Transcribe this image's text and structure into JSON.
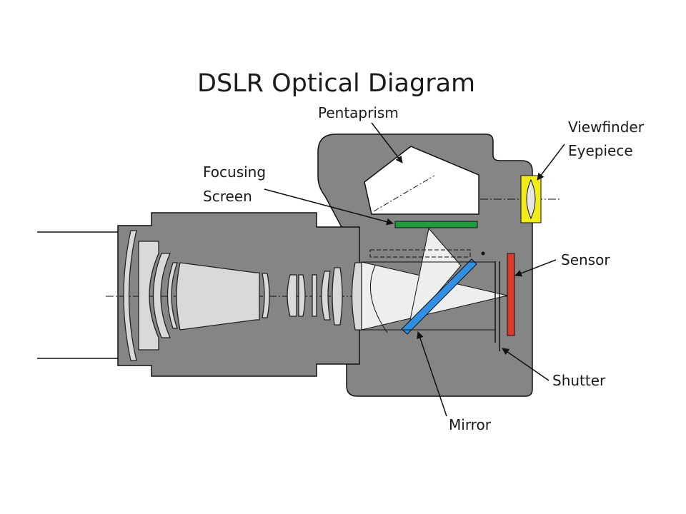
{
  "title": "DSLR Optical Diagram",
  "labels": {
    "pentaprism": "Pentaprism",
    "viewfinder_line1": "Viewfinder",
    "viewfinder_line2": "Eyepiece",
    "focusing_line1": "Focusing",
    "focusing_line2": "Screen",
    "sensor": "Sensor",
    "shutter": "Shutter",
    "mirror": "Mirror"
  },
  "centerline_symbol": "℄",
  "colors": {
    "body_fill": "#858585",
    "glass_fill": "#eeeeee",
    "focusing_screen": "#1f9a3c",
    "mirror": "#2f8fe0",
    "sensor": "#d93a2b",
    "eyepiece_frame": "#f2ec1a"
  }
}
